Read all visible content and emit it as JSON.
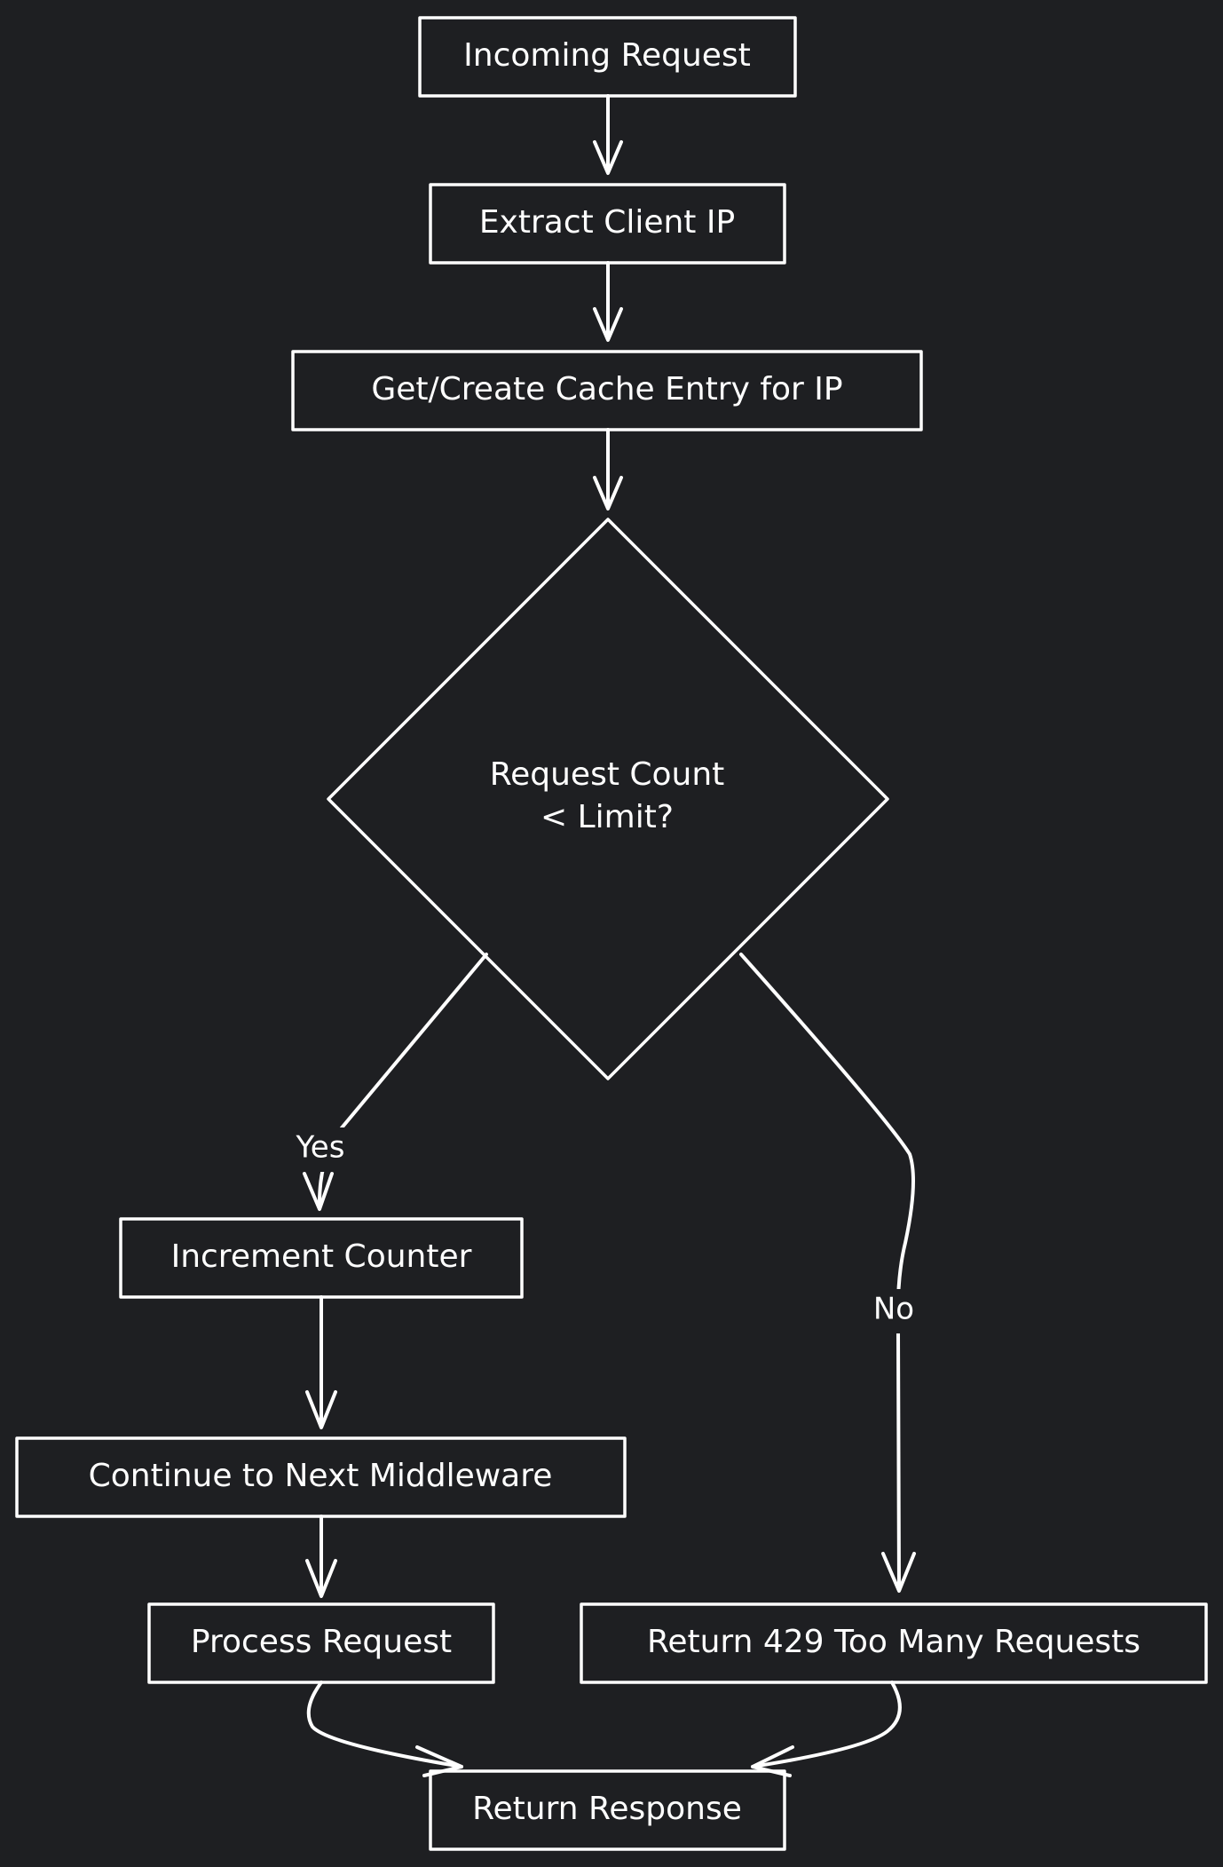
{
  "diagram": {
    "colors": {
      "background": "#1e1f22",
      "stroke": "#ffffff",
      "text": "#ffffff"
    },
    "nodes": {
      "incoming": "Incoming Request",
      "extract": "Extract Client IP",
      "cache": "Get/Create Cache Entry for IP",
      "decision_line1": "Request Count",
      "decision_line2": "< Limit?",
      "increment": "Increment Counter",
      "continue": "Continue to Next Middleware",
      "process": "Process Request",
      "reject": "Return 429 Too Many Requests",
      "response": "Return Response"
    },
    "edges": {
      "yes": "Yes",
      "no": "No"
    }
  }
}
